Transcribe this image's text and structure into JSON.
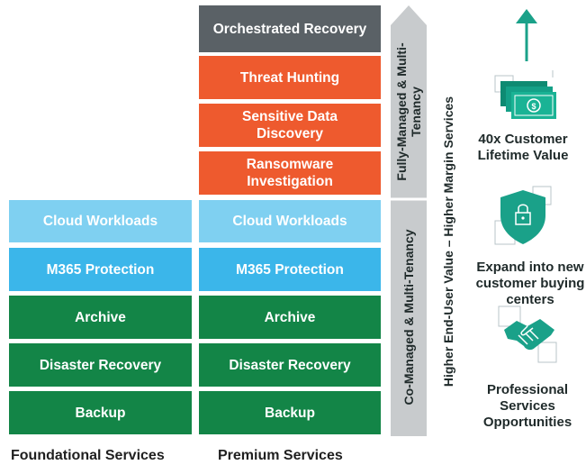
{
  "colors": {
    "gray": "#5a6166",
    "orange": "#ee5a2e",
    "light_blue": "#7fd0f1",
    "blue": "#3bb6ea",
    "green": "#138547",
    "teal": "#1aa189",
    "arrow_gray": "#c8cbcd"
  },
  "foundational": {
    "label": "Foundational Services",
    "blocks": [
      "Cloud Workloads",
      "M365 Protection",
      "Archive",
      "Disaster Recovery",
      "Backup"
    ]
  },
  "premium": {
    "label": "Premium Services",
    "blocks": [
      "Orchestrated Recovery",
      "Threat Hunting",
      "Sensitive Data Discovery",
      "Ransomware Investigation",
      "Cloud Workloads",
      "M365 Protection",
      "Archive",
      "Disaster Recovery",
      "Backup"
    ]
  },
  "tiers": {
    "upper": "Fully-Managed & Multi-Tenancy",
    "lower": "Co-Managed & Multi-Tenancy"
  },
  "value_axis": "Higher End-User Value – Higher Margin Services",
  "benefits": [
    {
      "label": "40x Customer Lifetime Value",
      "icon": "money-bills-icon"
    },
    {
      "label": "Expand into new customer buying centers",
      "icon": "shield-lock-icon"
    },
    {
      "label": "Professional Services Opportunities",
      "icon": "handshake-icon"
    }
  ]
}
